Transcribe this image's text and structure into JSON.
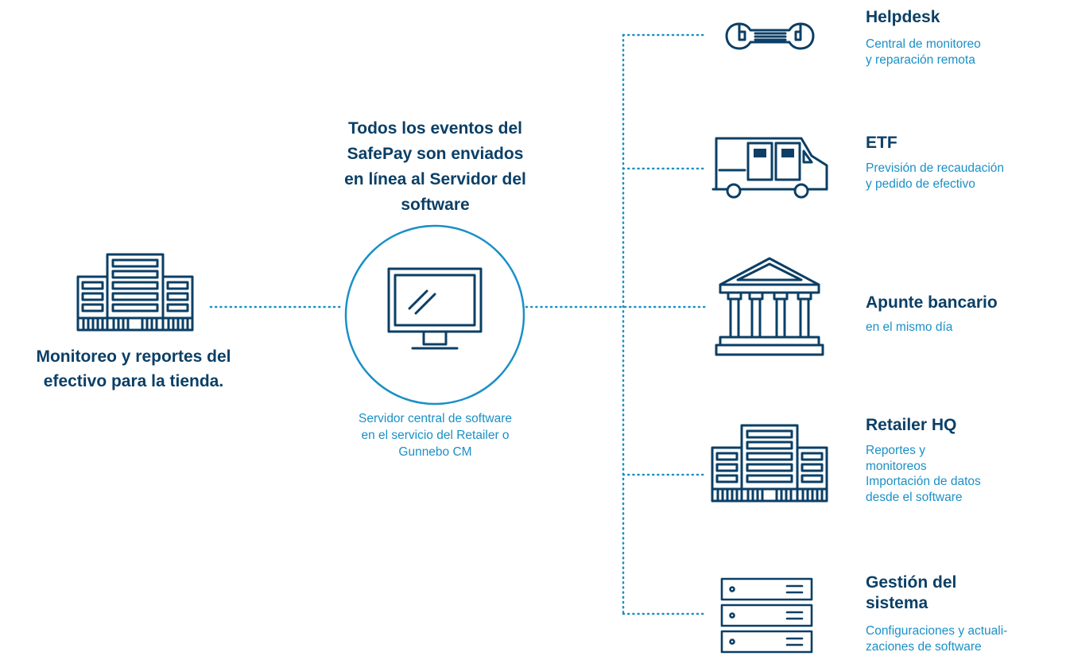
{
  "center": {
    "headline": "Todos los eventos del\nSafePay son enviados\nen línea al Servidor del\nsoftware",
    "caption": "Servidor central de software\nen el servicio del Retailer o\nGunnebo CM"
  },
  "store": {
    "label": "Monitoreo y reportes del\nefectivo para la tienda."
  },
  "services": [
    {
      "title": "Helpdesk",
      "desc": "Central de monitoreo\ny reparación remota",
      "icon": "wrench-icon"
    },
    {
      "title": "ETF",
      "desc": "Previsión de recaudación\ny pedido de efectivo",
      "icon": "armored-truck-icon"
    },
    {
      "title": "Apunte bancario",
      "desc": "en el mismo día",
      "icon": "bank-icon"
    },
    {
      "title": "Retailer HQ",
      "desc": "Reportes y\nmonitoreos\nImportación de datos\ndesde el software",
      "icon": "office-building-icon"
    },
    {
      "title": "Gestión del\nsistema",
      "desc": "Configuraciones y actuali-\nzaciones de software",
      "icon": "server-rack-icon"
    }
  ],
  "colors": {
    "navy": "#0b3f66",
    "cyan": "#1a90c6"
  }
}
